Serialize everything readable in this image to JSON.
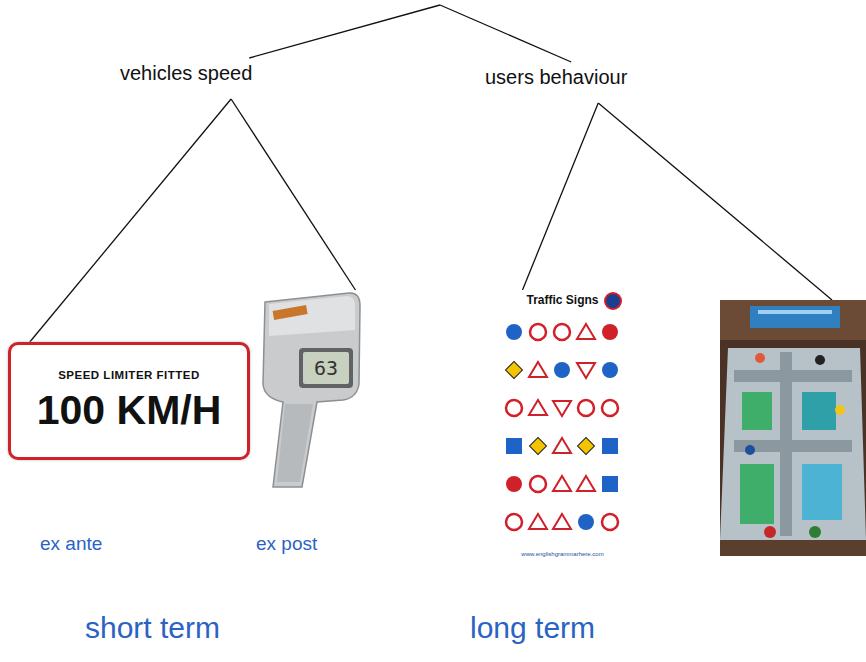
{
  "diagram": {
    "nodes": [
      {
        "text": [
          "vehicles speed"
        ]
      },
      {
        "text": [
          "users behaviour"
        ]
      },
      {
        "text": [
          "SPEED LIMITER FITTED",
          "100 KM/H"
        ]
      },
      {
        "text": [
          "63"
        ]
      },
      {
        "text": [
          "Traffic Signs",
          "www.englishgrammarhere.com"
        ]
      }
    ],
    "edges": [
      {
        "from": 0,
        "to": 2,
        "arrow": "none"
      },
      {
        "from": 0,
        "to": 3,
        "arrow": "none"
      },
      {
        "from": 1,
        "to": 4,
        "arrow": "none"
      }
    ],
    "labels": [
      "ex ante",
      "ex post",
      "short term",
      "long term"
    ]
  }
}
